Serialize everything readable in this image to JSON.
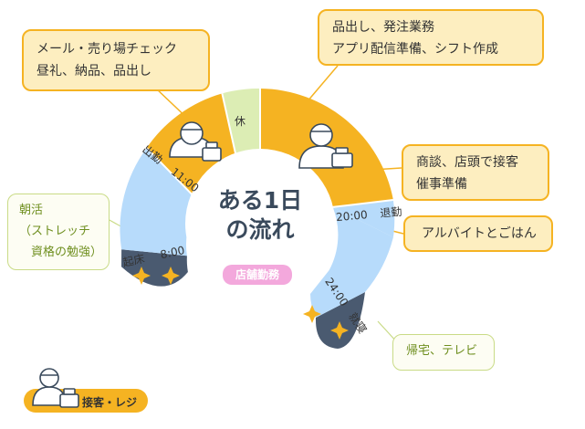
{
  "title_line1": "ある1日",
  "title_line2": "の流れ",
  "center_label": "店舗勤務",
  "colors": {
    "work": "#f5b322",
    "off": "#b7dbfb",
    "sleep": "#4a5a70",
    "break": "#dcedb4",
    "label_pink": "#f3a8dc",
    "star": "#f5b322"
  },
  "segments": {
    "wake": {
      "time": "8:00",
      "label": "起床"
    },
    "work_start": {
      "time": "11:00",
      "label": "出勤"
    },
    "rest": {
      "label": "休"
    },
    "leave": {
      "time": "20:00",
      "label": "退勤"
    },
    "bed": {
      "time": "24:00",
      "label": "就寝"
    }
  },
  "callouts": {
    "morning_top": {
      "lines": [
        "メール・売り場チェック",
        "昼礼、納品、品出し"
      ]
    },
    "afternoon_top": {
      "lines": [
        "品出し、発注業務",
        "アプリ配信準備、シフト作成"
      ]
    },
    "evening": {
      "lines": [
        "商談、店頭で接客",
        "催事準備"
      ]
    },
    "part_time": {
      "lines": [
        "アルバイトとごはん"
      ]
    },
    "morning_left": {
      "lines": [
        "朝活",
        "（ストレッチ",
        "　資格の勉強）"
      ]
    },
    "night": {
      "lines": [
        "帰宅、テレビ"
      ]
    }
  },
  "legend": {
    "label": "接客・レジ"
  }
}
